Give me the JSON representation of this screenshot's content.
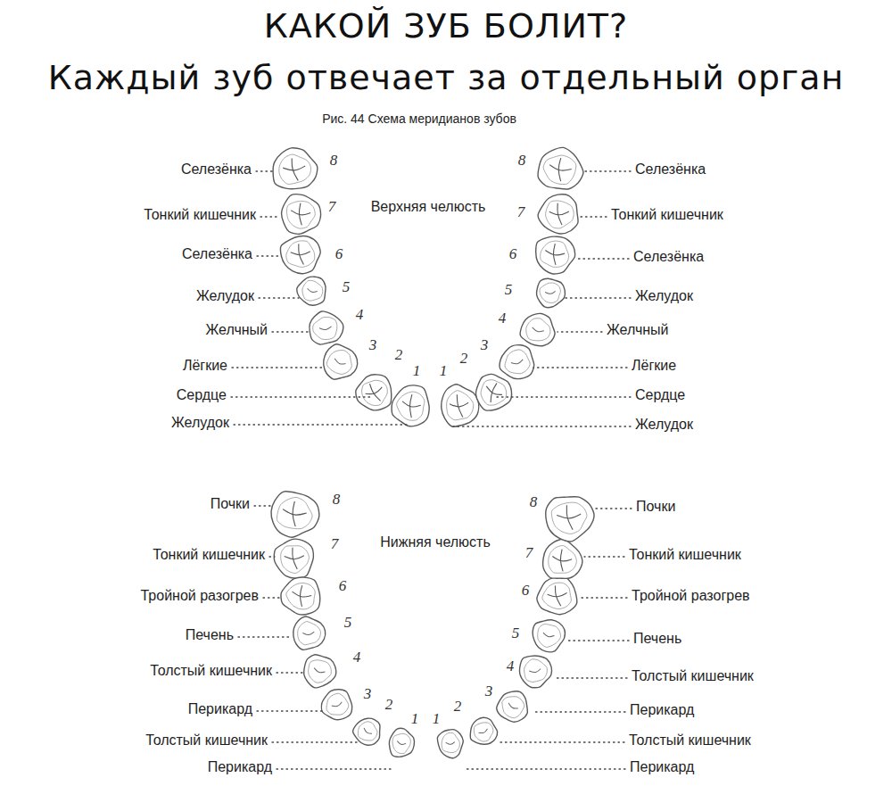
{
  "diagram": {
    "title": "КАКОЙ ЗУБ БОЛИТ?",
    "caption": "Рис. 44 Схема меридианов зубов",
    "labels": [
      "Каждый зуб отвечает за отдельный орган",
      "Верхняя челюсть",
      "Селезёнка",
      "Тонкий кишечник",
      "Селезёнка",
      "Желудок",
      "Желчный",
      "Лёгкие",
      "Сердце",
      "Желудок",
      "Селезёнка",
      "Тонкий кишечник",
      "Селезёнка",
      "Желудок",
      "Желчный",
      "Лёгкие",
      "Сердце",
      "Желудок",
      "8",
      "7",
      "6",
      "5",
      "4",
      "3",
      "2",
      "1",
      "1",
      "2",
      "3",
      "4",
      "5",
      "6",
      "7",
      "8",
      "Нижняя челюсть",
      "Почки",
      "Тонкий кишечник",
      "Тройной разогрев",
      "Печень",
      "Толстый кишечник",
      "Перикард",
      "Толстый кишечник",
      "Перикард",
      "Почки",
      "Тонкий кишечник",
      "Тройной разогрев",
      "Печень",
      "Толстый кишечник",
      "Перикард",
      "Толстый кишечник",
      "Перикард",
      "8",
      "7",
      "6",
      "5",
      "4",
      "3",
      "2",
      "1",
      "1",
      "2",
      "3",
      "4",
      "5",
      "6",
      "7",
      "8"
    ]
  }
}
